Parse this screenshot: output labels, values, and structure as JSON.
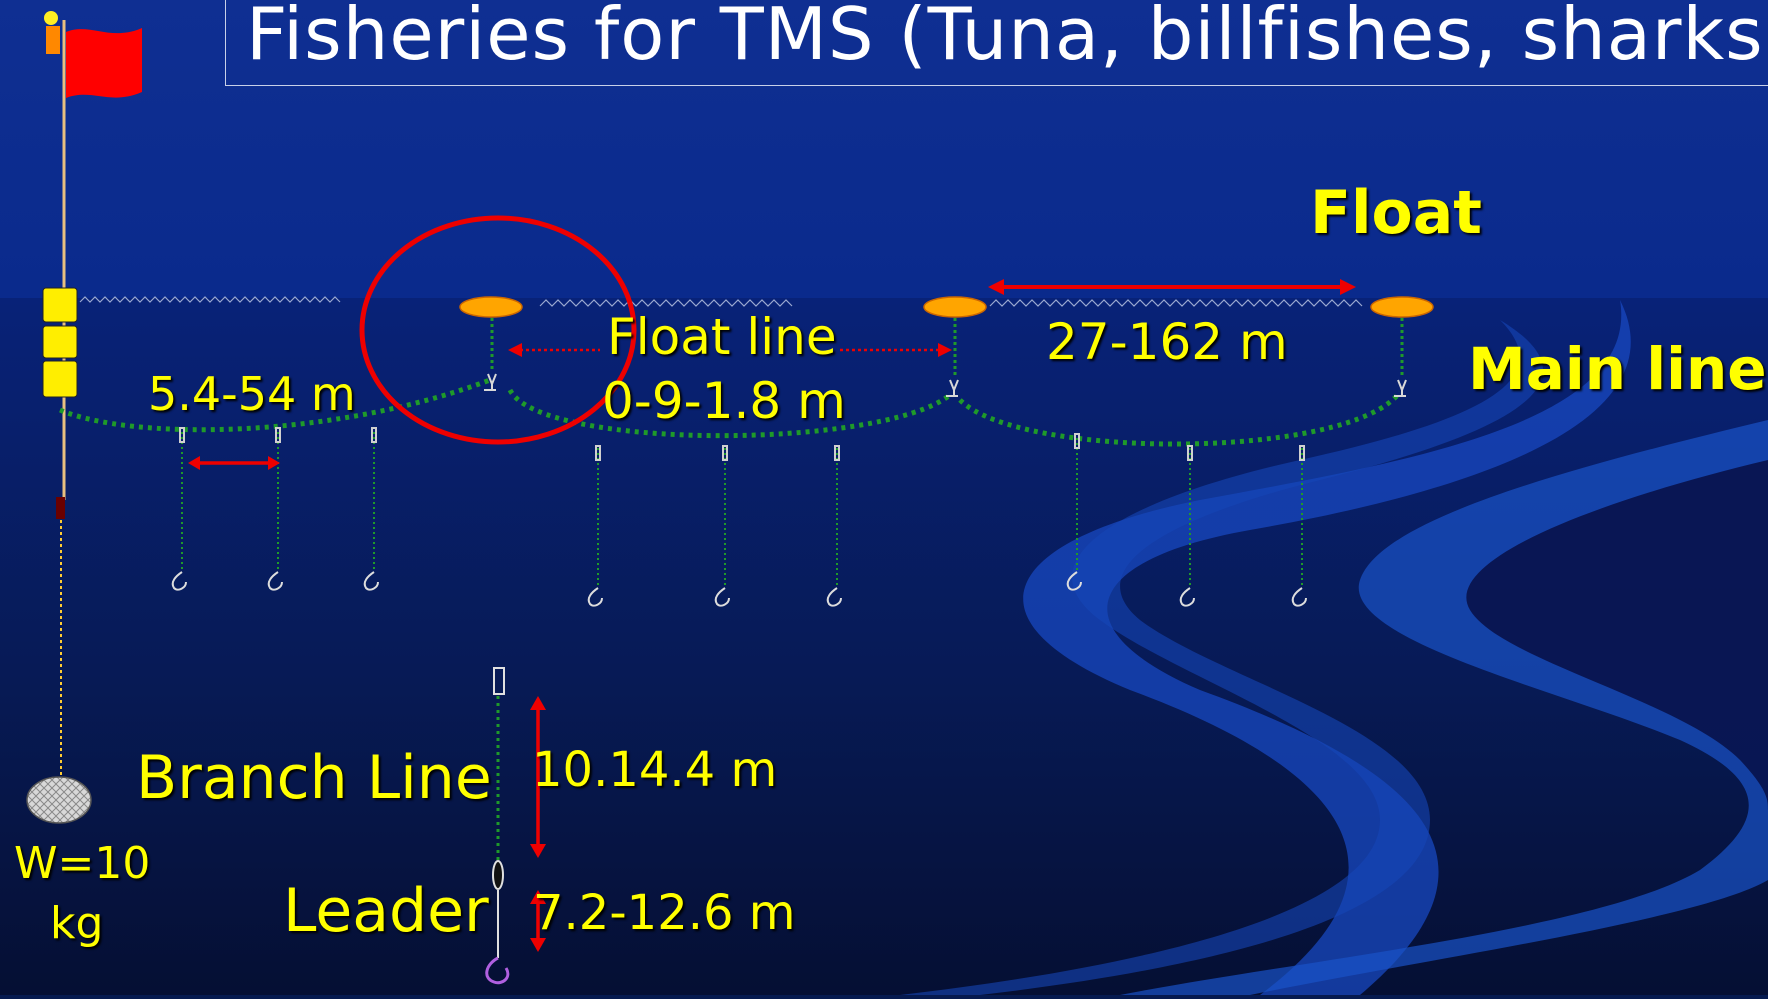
{
  "title": "Fisheries for  TMS (Tuna, billfishes, sharks",
  "labels": {
    "float": "Float",
    "main_line": "Main line",
    "float_line": "Float line",
    "float_line_length": "0-9-1.8 m",
    "float_spacing": "27-162 m",
    "branch_spacing": "5.4-54 m",
    "branch_line": "Branch Line",
    "branch_line_length": "10.14.4 m",
    "leader": "Leader",
    "leader_length": "7.2-12.6 m",
    "weight_line1": "W=10",
    "weight_line2": "kg"
  },
  "colors": {
    "label": "#ffff00",
    "float": "#ffa500",
    "arrow": "#ff0000",
    "line": "#1f8a2a",
    "highlight_circle": "#ff0000",
    "flag": "#ff0000",
    "title": "#ffffff"
  },
  "icons": {
    "flag": "flag-icon",
    "float": "float-icon",
    "hook": "hook-icon",
    "swivel": "swivel-icon",
    "weight": "weight-icon"
  }
}
